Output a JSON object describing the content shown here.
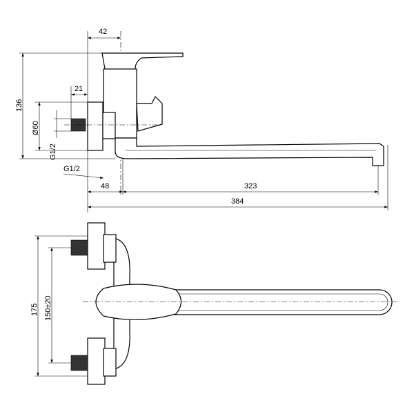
{
  "side_view": {
    "dims": {
      "offset_center": "42",
      "thread_length": "21",
      "total_height": "136",
      "flange_diameter": "Ø60",
      "thread_vertical": "G1/2",
      "thread_diagonal": "G1/2",
      "wall_to_center": "48",
      "spout_length": "323",
      "total_length": "384"
    }
  },
  "front_view": {
    "dims": {
      "total_height": "175",
      "inlet_spacing": "150±20"
    }
  }
}
